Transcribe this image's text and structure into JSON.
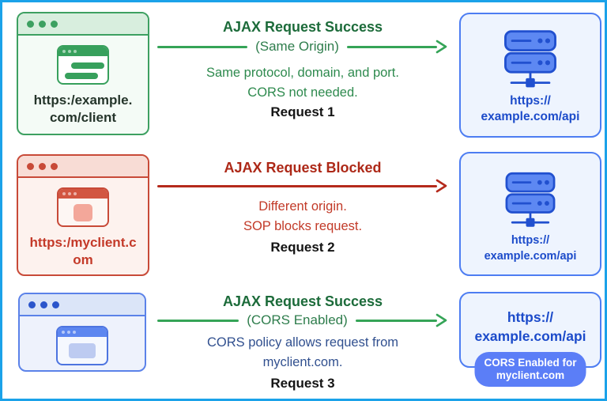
{
  "colors": {
    "frame_border": "#1ba2e9",
    "green_accent": "#35a457",
    "green_title": "#1c6b3a",
    "red_accent": "#b52a1c",
    "red_text": "#c23a28",
    "blue_accent": "#4d7df2",
    "blue_url_text": "#1c4bca",
    "navy_text": "#31508f",
    "badge_bg": "#5b7ef7"
  },
  "rows": [
    {
      "client": {
        "url_line1": "https:/example.",
        "url_line2": "com/client"
      },
      "flow": {
        "title": "AJAX Request Success",
        "arrow_label": "(Same Origin)",
        "desc_line1": "Same protocol, domain, and port.",
        "desc_line2": "CORS not needed.",
        "request_label": "Request 1"
      },
      "server": {
        "url_line1": "https://",
        "url_line2": "example.com/api"
      }
    },
    {
      "client": {
        "url_line1": "https:/myclient.c",
        "url_line2": "om"
      },
      "flow": {
        "title": "AJAX Request Blocked",
        "desc_line1": "Different origin.",
        "desc_line2": "SOP blocks request.",
        "request_label": "Request 2"
      },
      "server": {
        "url_line1": "https://",
        "url_line2": "example.com/api"
      }
    },
    {
      "client": {},
      "flow": {
        "title": "AJAX Request Success",
        "arrow_label": "(CORS Enabled)",
        "desc_line1": "CORS policy allows request from",
        "desc_line2": "myclient.com.",
        "request_label": "Request 3"
      },
      "server": {
        "url_line1": "https://",
        "url_line2": "example.com/api",
        "badge_line1": "CORS Enabled for",
        "badge_line2": "myclient.com"
      }
    }
  ]
}
